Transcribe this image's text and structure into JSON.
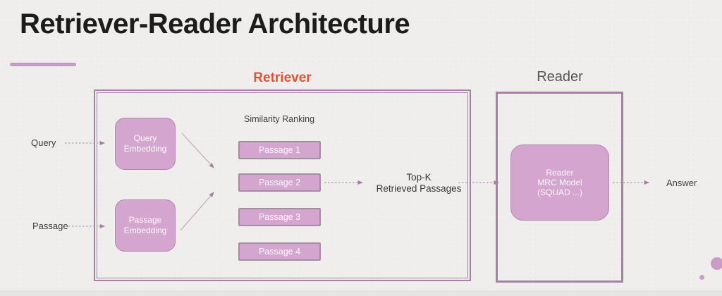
{
  "title": "Retriever-Reader Architecture",
  "retriever": {
    "label": "Retriever",
    "inputs": {
      "query": "Query",
      "passage": "Passage"
    },
    "query_embedding_lines": [
      "Query",
      "Embedding"
    ],
    "passage_embedding_lines": [
      "Passage",
      "Embedding"
    ],
    "similarity_heading": "Similarity Ranking",
    "passages": [
      "Passage 1",
      "Passage 2",
      "Passage 3",
      "Passage 4"
    ],
    "output": {
      "line1": "Top-K",
      "line2": "Retrieved Passages"
    }
  },
  "reader": {
    "label": "Reader",
    "model_lines": [
      "Reader",
      "MRC Model",
      "(SQUAD ...)"
    ],
    "output": "Answer"
  },
  "colors": {
    "background": "#efeeec",
    "accent_border": "#a87fa6",
    "box_fill": "#d4a5cf",
    "retriever_label": "#e5503c",
    "arrow": "#b39ab1"
  }
}
